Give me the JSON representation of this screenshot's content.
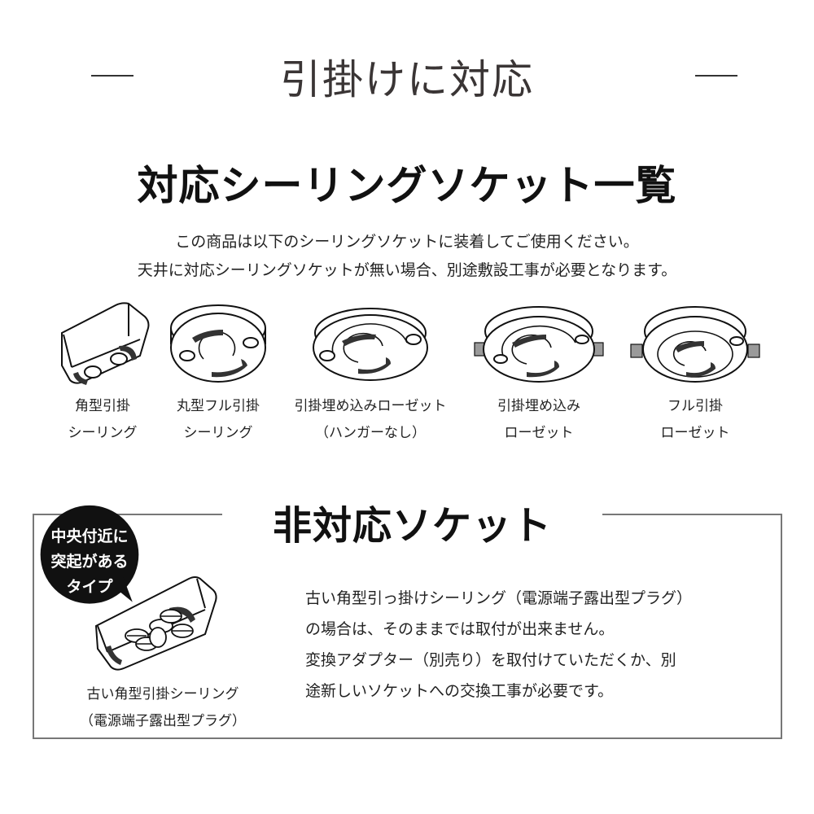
{
  "header": {
    "title": "引掛けに対応"
  },
  "supported": {
    "title": "対応シーリングソケット一覧",
    "intro": [
      "この商品は以下のシーリングソケットに装着してご使用ください。",
      "天井に対応シーリングソケットが無い場合、別途敷設工事が必要となります。"
    ],
    "sockets": [
      {
        "icon": "square-ceiling-hook-icon",
        "label_line1": "角型引掛",
        "label_line2": "シーリング"
      },
      {
        "icon": "round-full-ceiling-hook-icon",
        "label_line1": "丸型フル引掛",
        "label_line2": "シーリング"
      },
      {
        "icon": "embedded-rosette-no-hanger-icon",
        "label_line1": "引掛埋め込みローゼット",
        "label_line2": "（ハンガーなし）"
      },
      {
        "icon": "embedded-rosette-icon",
        "label_line1": "引掛埋め込み",
        "label_line2": "ローゼット"
      },
      {
        "icon": "full-hook-rosette-icon",
        "label_line1": "フル引掛",
        "label_line2": "ローゼット"
      }
    ]
  },
  "unsupported": {
    "title": "非対応ソケット",
    "bubble": [
      "中央付近に",
      "突起がある",
      "タイプ"
    ],
    "socket_icon": "old-square-ceiling-exposed-plug-icon",
    "socket_label_line1": "古い角型引掛シーリング",
    "socket_label_line2": "（電源端子露出型プラグ）",
    "description": [
      "古い角型引っ掛けシーリング（電源端子露出型プラグ）",
      "の場合は、そのままでは取付が出来ません。",
      "変換アダプター（別売り）を取付けていただくか、別",
      "途新しいソケットへの交換工事が必要です。"
    ]
  },
  "colors": {
    "header_text": "#3a3535",
    "frame": "#777777",
    "bubble": "#111111",
    "hook_slot": "#333333",
    "side_clip": "#9a9a9a"
  }
}
